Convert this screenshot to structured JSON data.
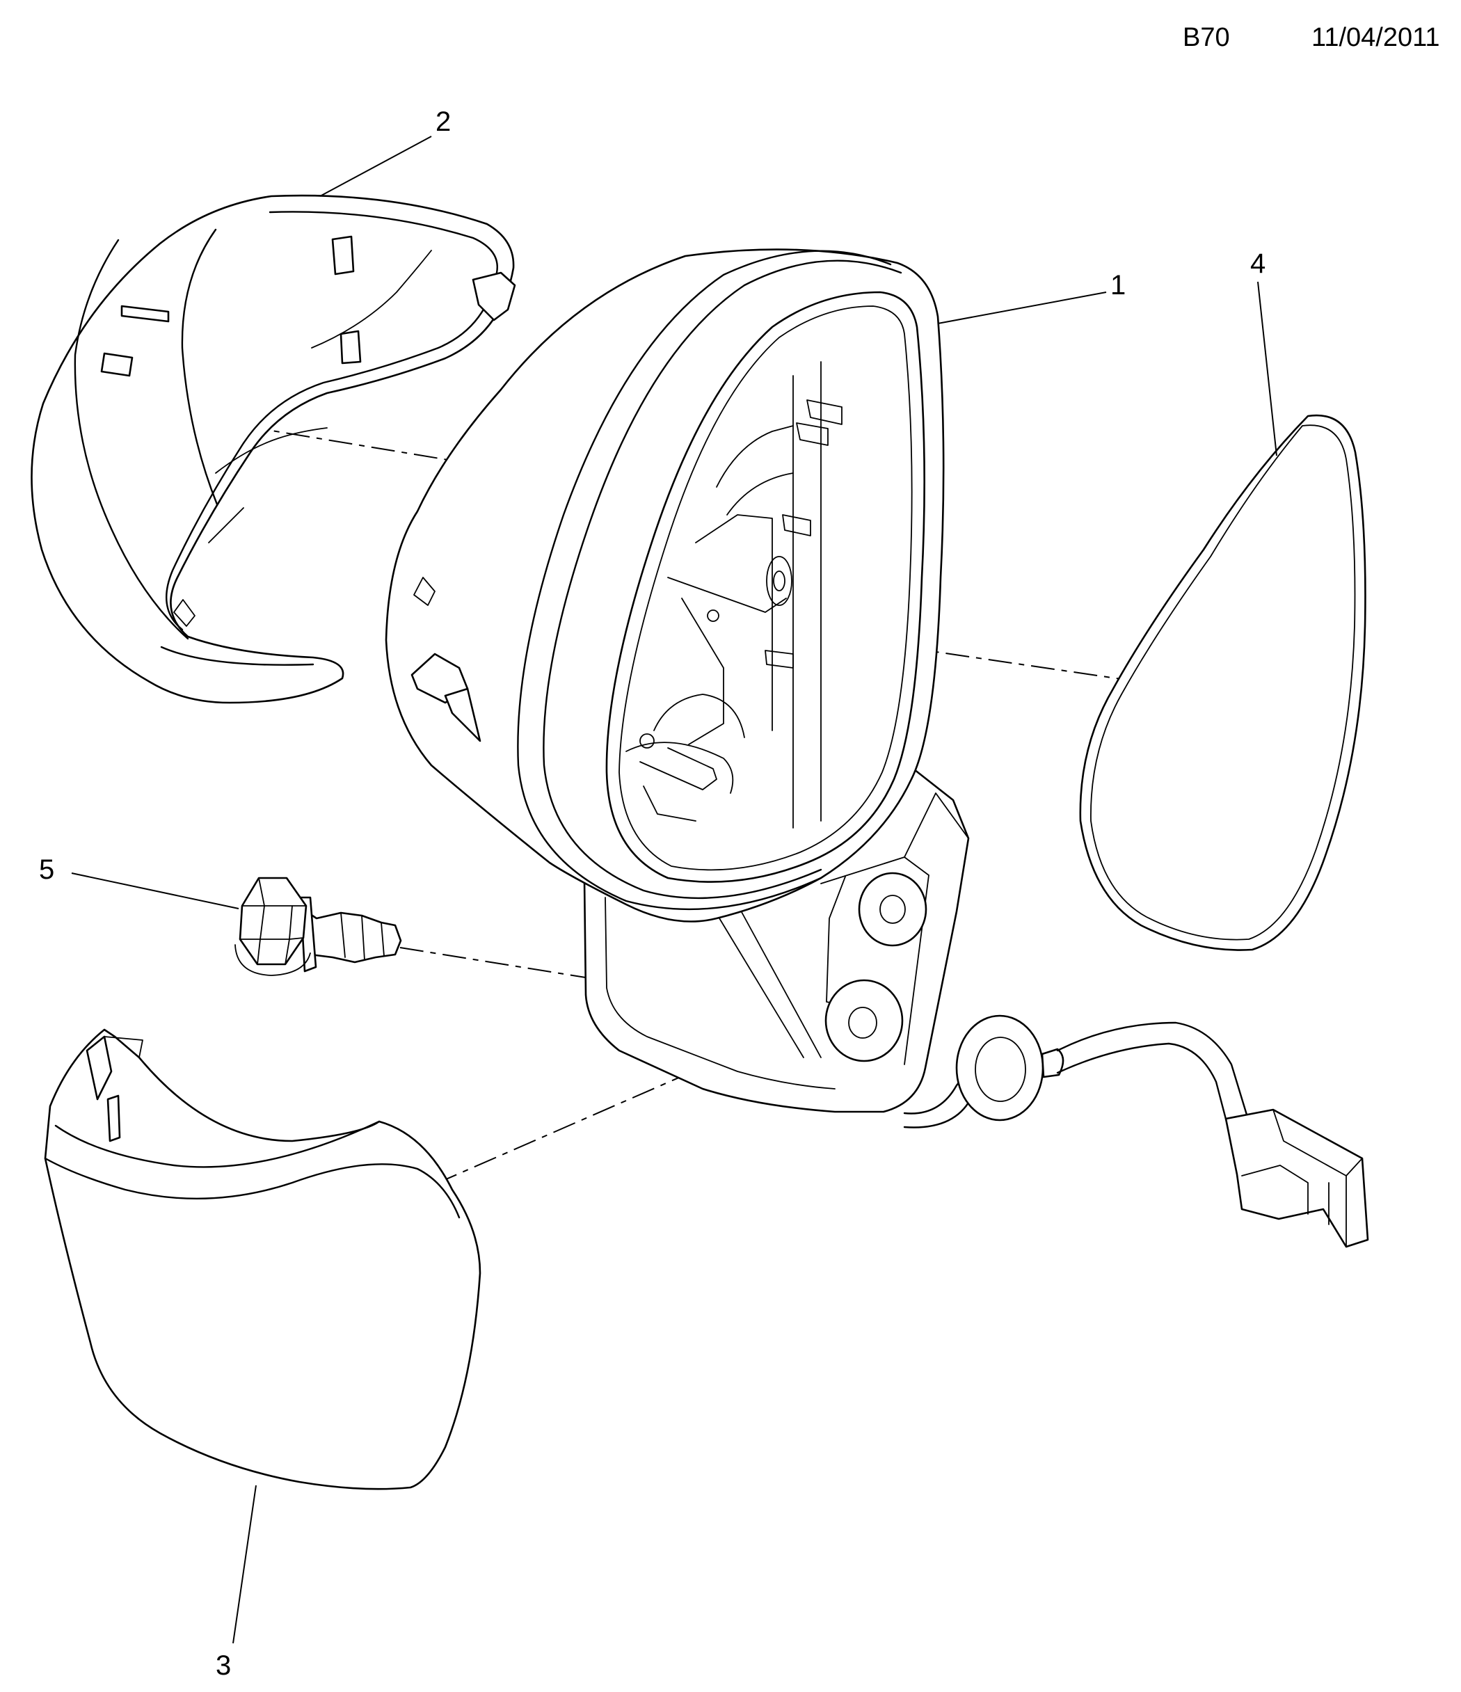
{
  "header": {
    "code": "B70",
    "date": "11/04/2011"
  },
  "callouts": {
    "c1": "1",
    "c2": "2",
    "c3": "3",
    "c4": "4",
    "c5": "5"
  }
}
